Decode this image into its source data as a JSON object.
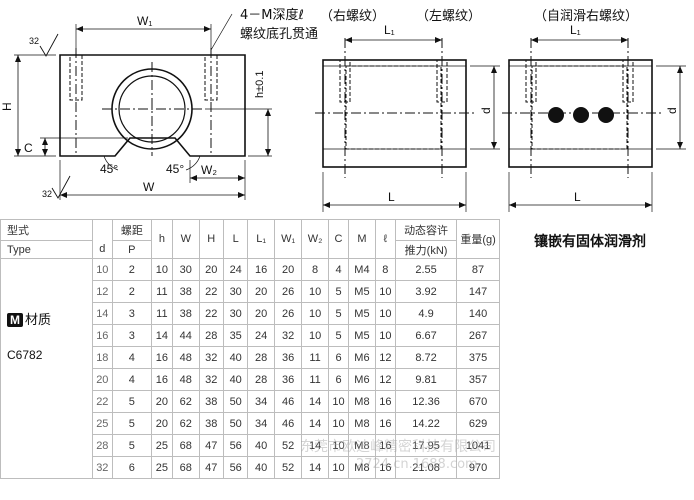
{
  "drawing": {
    "caps": {
      "right_thread": "（右螺纹）",
      "left_thread": "（左螺纹）",
      "self_lube": "（自润滑右螺纹）"
    },
    "hole_note_1": "4－M深度ℓ",
    "hole_note_2": "螺纹底孔贯通",
    "dims": {
      "w1": "W₁",
      "w": "W",
      "w2": "W₂",
      "h": "H",
      "h_tol": "h±0.1",
      "c": "C",
      "l1": "L₁",
      "l": "L",
      "d": "d",
      "angle": "45°",
      "rough": "32"
    }
  },
  "side_note": "镶嵌有固体润滑剂",
  "table": {
    "header_type_cn": "型式",
    "header_type_en": "Type",
    "header_pitch": "螺距",
    "header_cols": [
      "d",
      "P",
      "h",
      "W",
      "H",
      "L",
      "L₁",
      "W₁",
      "W₂",
      "C",
      "M",
      "ℓ"
    ],
    "header_load_1": "动态容许",
    "header_load_2": "推力(kN)",
    "header_weight": "重量(g)",
    "material_badge": "M",
    "material_label": "材质",
    "material_code": "C6782",
    "rows": [
      [
        "10",
        "2",
        "10",
        "30",
        "20",
        "24",
        "16",
        "20",
        "8",
        "4",
        "M4",
        "8",
        "2.55",
        "87"
      ],
      [
        "12",
        "2",
        "11",
        "38",
        "22",
        "30",
        "20",
        "26",
        "10",
        "5",
        "M5",
        "10",
        "3.92",
        "147"
      ],
      [
        "14",
        "3",
        "11",
        "38",
        "22",
        "30",
        "20",
        "26",
        "10",
        "5",
        "M5",
        "10",
        "4.9",
        "140"
      ],
      [
        "16",
        "3",
        "14",
        "44",
        "28",
        "35",
        "24",
        "32",
        "10",
        "5",
        "M5",
        "10",
        "6.67",
        "267"
      ],
      [
        "18",
        "4",
        "16",
        "48",
        "32",
        "40",
        "28",
        "36",
        "11",
        "6",
        "M6",
        "12",
        "8.72",
        "375"
      ],
      [
        "20",
        "4",
        "16",
        "48",
        "32",
        "40",
        "28",
        "36",
        "11",
        "6",
        "M6",
        "12",
        "9.81",
        "357"
      ],
      [
        "22",
        "5",
        "20",
        "62",
        "38",
        "50",
        "34",
        "46",
        "14",
        "10",
        "M8",
        "16",
        "12.36",
        "670"
      ],
      [
        "25",
        "5",
        "20",
        "62",
        "38",
        "50",
        "34",
        "46",
        "14",
        "10",
        "M8",
        "16",
        "14.22",
        "629"
      ],
      [
        "28",
        "5",
        "25",
        "68",
        "47",
        "56",
        "40",
        "52",
        "14",
        "10",
        "M8",
        "16",
        "17.95",
        "1041"
      ],
      [
        "32",
        "6",
        "25",
        "68",
        "47",
        "56",
        "40",
        "52",
        "14",
        "10",
        "M8",
        "16",
        "21.08",
        "970"
      ]
    ]
  },
  "watermark_1": "东莞市欧迪峰精密科技有限公司",
  "watermark_2": "2724.cn.1688.com"
}
